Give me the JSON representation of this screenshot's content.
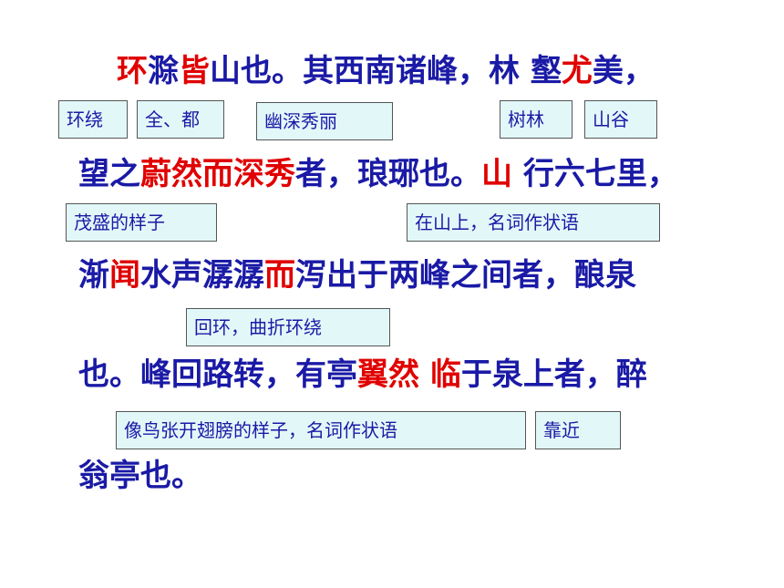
{
  "colors": {
    "text": "#1a1aa6",
    "highlight": "#e00000",
    "note_bg": "#e2f8f8"
  },
  "lines": [
    {
      "segments": [
        {
          "t": "环",
          "hl": true
        },
        {
          "t": "滁",
          "hl": false
        },
        {
          "t": "皆",
          "hl": true
        },
        {
          "t": "山也。其西南诸峰，林  壑",
          "hl": false
        },
        {
          "t": "尤",
          "hl": true
        },
        {
          "t": "美，",
          "hl": false
        }
      ]
    },
    {
      "segments": [
        {
          "t": "望之",
          "hl": false
        },
        {
          "t": "蔚然而深秀",
          "hl": true
        },
        {
          "t": "者，琅琊也。",
          "hl": false
        },
        {
          "t": "山",
          "hl": true
        },
        {
          "t": "  行六七里，",
          "hl": false
        }
      ]
    },
    {
      "segments": [
        {
          "t": "渐",
          "hl": false
        },
        {
          "t": "闻",
          "hl": true
        },
        {
          "t": "水声潺潺",
          "hl": false
        },
        {
          "t": "而",
          "hl": true
        },
        {
          "t": "泻出于两峰之间者，酿泉",
          "hl": false
        }
      ]
    },
    {
      "segments": [
        {
          "t": "也。峰回路转，有亭",
          "hl": false
        },
        {
          "t": "翼然  临",
          "hl": true
        },
        {
          "t": "于泉上者，醉",
          "hl": false
        }
      ]
    },
    {
      "segments": [
        {
          "t": "翁亭也。",
          "hl": false
        }
      ]
    }
  ],
  "notes": [
    "环绕",
    "全、都",
    "幽深秀丽",
    "树林",
    "山谷",
    "茂盛的样子",
    "在山上，名词作状语",
    "回环，曲折环绕",
    "像鸟张开翅膀的样子，名词作状语",
    "靠近"
  ]
}
